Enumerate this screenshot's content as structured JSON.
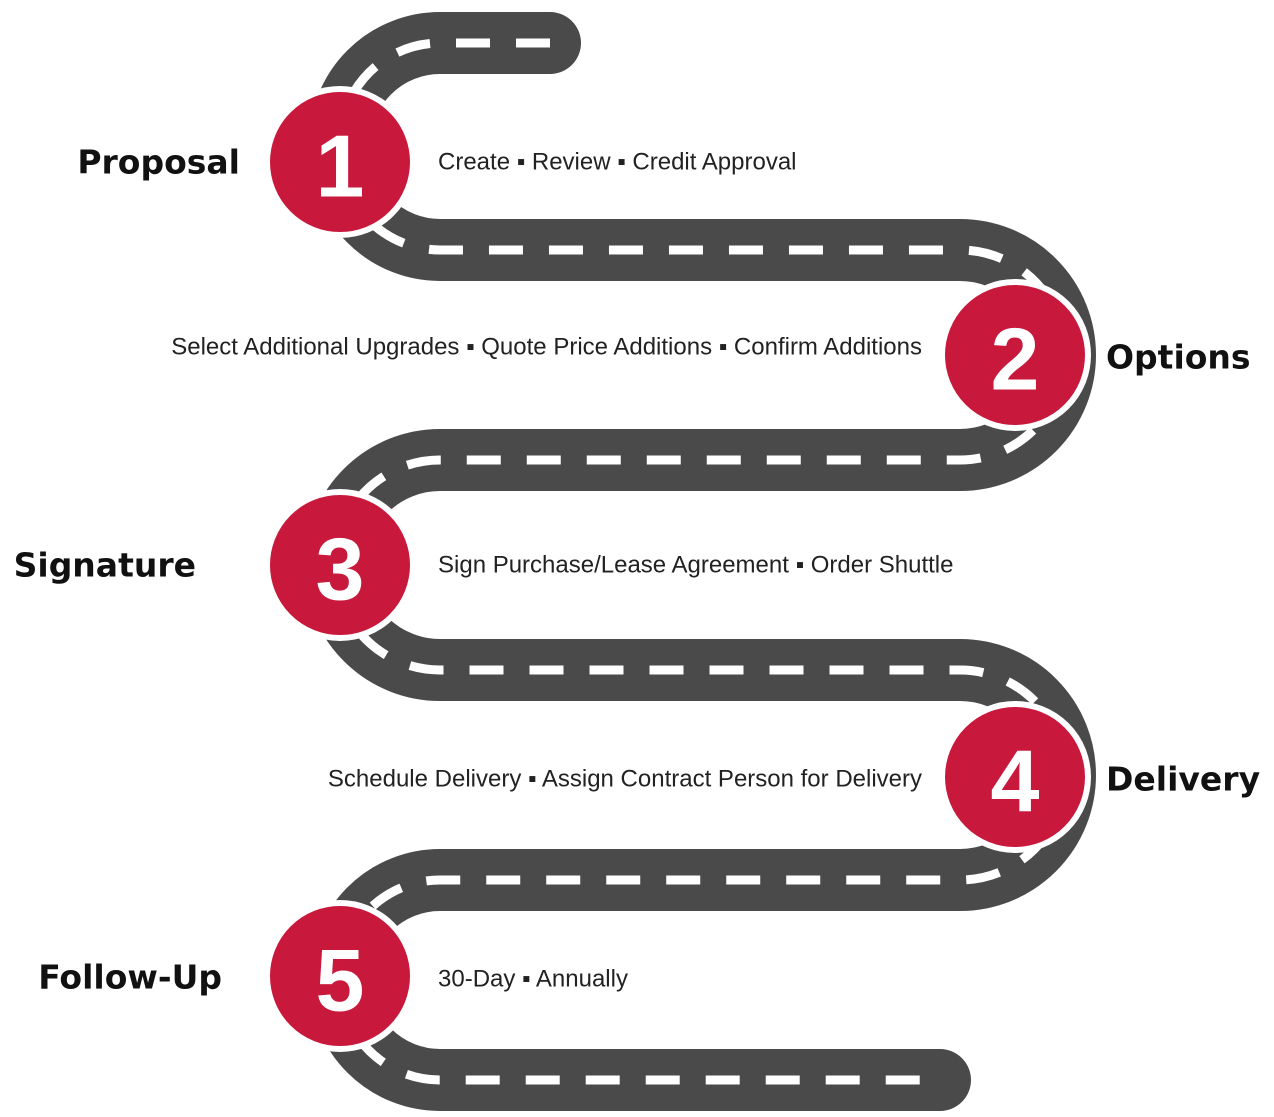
{
  "colors": {
    "road": "#4a4a4a",
    "lane": "#ffffff",
    "marker": "#c8183c",
    "text": "#111111"
  },
  "steps": [
    {
      "number": "1",
      "label": "Proposal",
      "description": "Create ▪ Review ▪ Credit Approval"
    },
    {
      "number": "2",
      "label": "Options",
      "description": "Select Additional Upgrades ▪ Quote Price Additions ▪ Confirm Additions"
    },
    {
      "number": "3",
      "label": "Signature",
      "description": "Sign Purchase/Lease Agreement ▪ Order Shuttle"
    },
    {
      "number": "4",
      "label": "Delivery",
      "description": "Schedule Delivery ▪ Assign Contract Person for Delivery"
    },
    {
      "number": "5",
      "label": "Follow-Up",
      "description": "30-Day ▪ Annually"
    }
  ]
}
